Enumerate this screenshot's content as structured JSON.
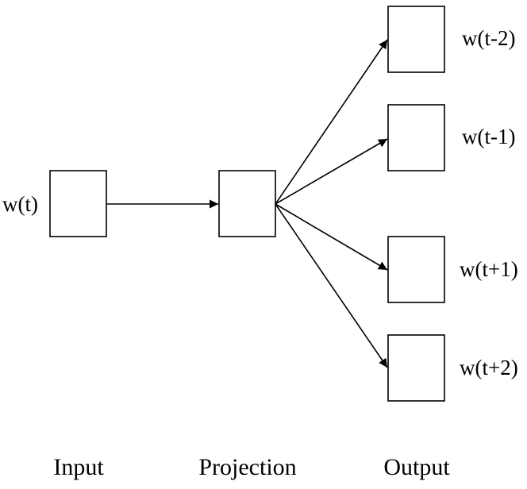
{
  "diagram": {
    "nodes": {
      "input": {
        "label": "w(t)"
      },
      "projection": {
        "label": ""
      },
      "output_t_minus_2": {
        "label": "w(t-2)"
      },
      "output_t_minus_1": {
        "label": "w(t-1)"
      },
      "output_t_plus_1": {
        "label": "w(t+1)"
      },
      "output_t_plus_2": {
        "label": "w(t+2)"
      }
    },
    "edges": [
      {
        "from": "input",
        "to": "projection"
      },
      {
        "from": "projection",
        "to": "output_t_minus_2"
      },
      {
        "from": "projection",
        "to": "output_t_minus_1"
      },
      {
        "from": "projection",
        "to": "output_t_plus_1"
      },
      {
        "from": "projection",
        "to": "output_t_plus_2"
      }
    ],
    "columns": {
      "input": "Input",
      "projection": "Projection",
      "output": "Output"
    }
  }
}
